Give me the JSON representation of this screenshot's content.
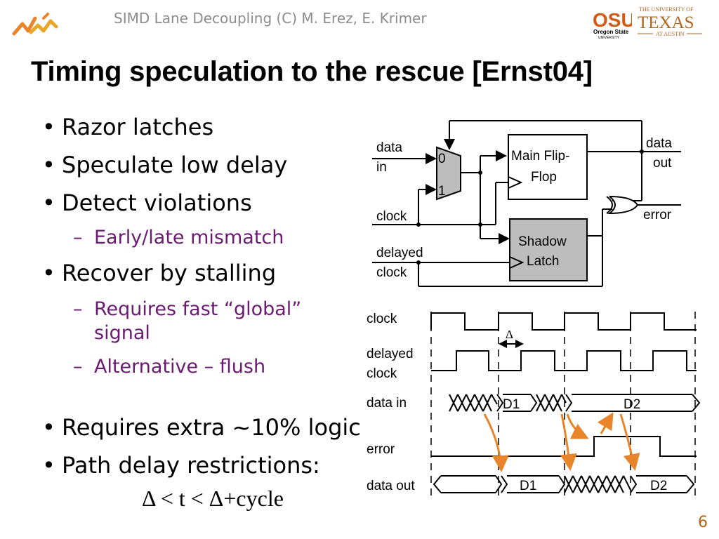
{
  "header": {
    "text": "SIMD Lane Decoupling (C) M. Erez, E. Krimer",
    "logo_left": "lph-logo",
    "logo_osu_main": "OSU",
    "logo_osu_sub1": "Oregon State",
    "logo_osu_sub2": "UNIVERSITY",
    "logo_ut_top": "THE UNIVERSITY OF",
    "logo_ut_main": "TEXAS",
    "logo_ut_sub": "AT AUSTIN"
  },
  "title": "Timing speculation to the rescue [Ernst04]",
  "bullets": [
    {
      "text": "Razor latches"
    },
    {
      "text": "Speculate low delay"
    },
    {
      "text": "Detect violations"
    },
    {
      "text": "Early/late mismatch"
    },
    {
      "text": "Recover by stalling"
    },
    {
      "text": "Requires fast “global”",
      "text2": "signal"
    },
    {
      "text": "Alternative – flush"
    },
    {
      "text": "Requires extra ~10% logic"
    },
    {
      "text": "Path delay restrictions:"
    }
  ],
  "formula": "Δ < t < Δ+cycle",
  "page_number": "6",
  "circuit": {
    "data_in": [
      "data",
      "in"
    ],
    "clock": "clock",
    "delayed_clock": [
      "delayed",
      "clock"
    ],
    "mux_0": "0",
    "mux_1": "1",
    "main_ff": [
      "Main Flip-",
      "Flop"
    ],
    "shadow": [
      "Shadow",
      "Latch"
    ],
    "data_out": [
      "data",
      "out"
    ],
    "error": "error"
  },
  "timing": {
    "clock": "clock",
    "delayed_clock": [
      "delayed",
      "clock"
    ],
    "data_in": "data in",
    "error": "error",
    "data_out": "data out",
    "delta": "Δ",
    "d1": "D1",
    "d2": "D2"
  },
  "colors": {
    "accent": "#b1651a",
    "sub_bullet": "#6b1a72",
    "arrow": "#e8852a",
    "box_fill": "#c0c0c0"
  }
}
